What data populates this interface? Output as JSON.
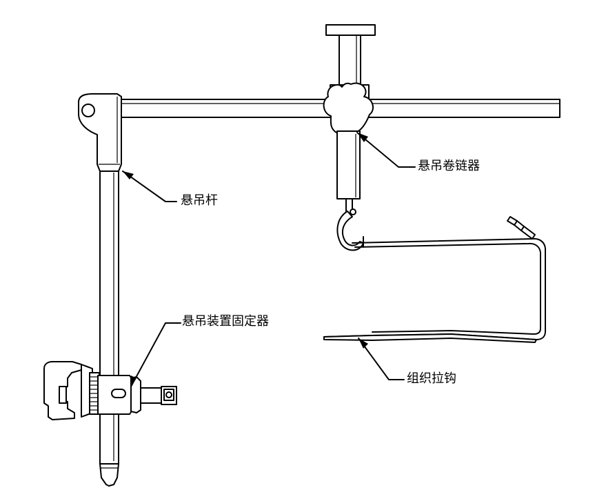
{
  "labels": {
    "suspension_rod": "悬吊杆",
    "suspension_winch": "悬吊卷链器",
    "suspension_fixer": "悬吊装置固定器",
    "tissue_retractor": "组织拉钩"
  },
  "colors": {
    "line": "#000000",
    "background": "#ffffff"
  }
}
